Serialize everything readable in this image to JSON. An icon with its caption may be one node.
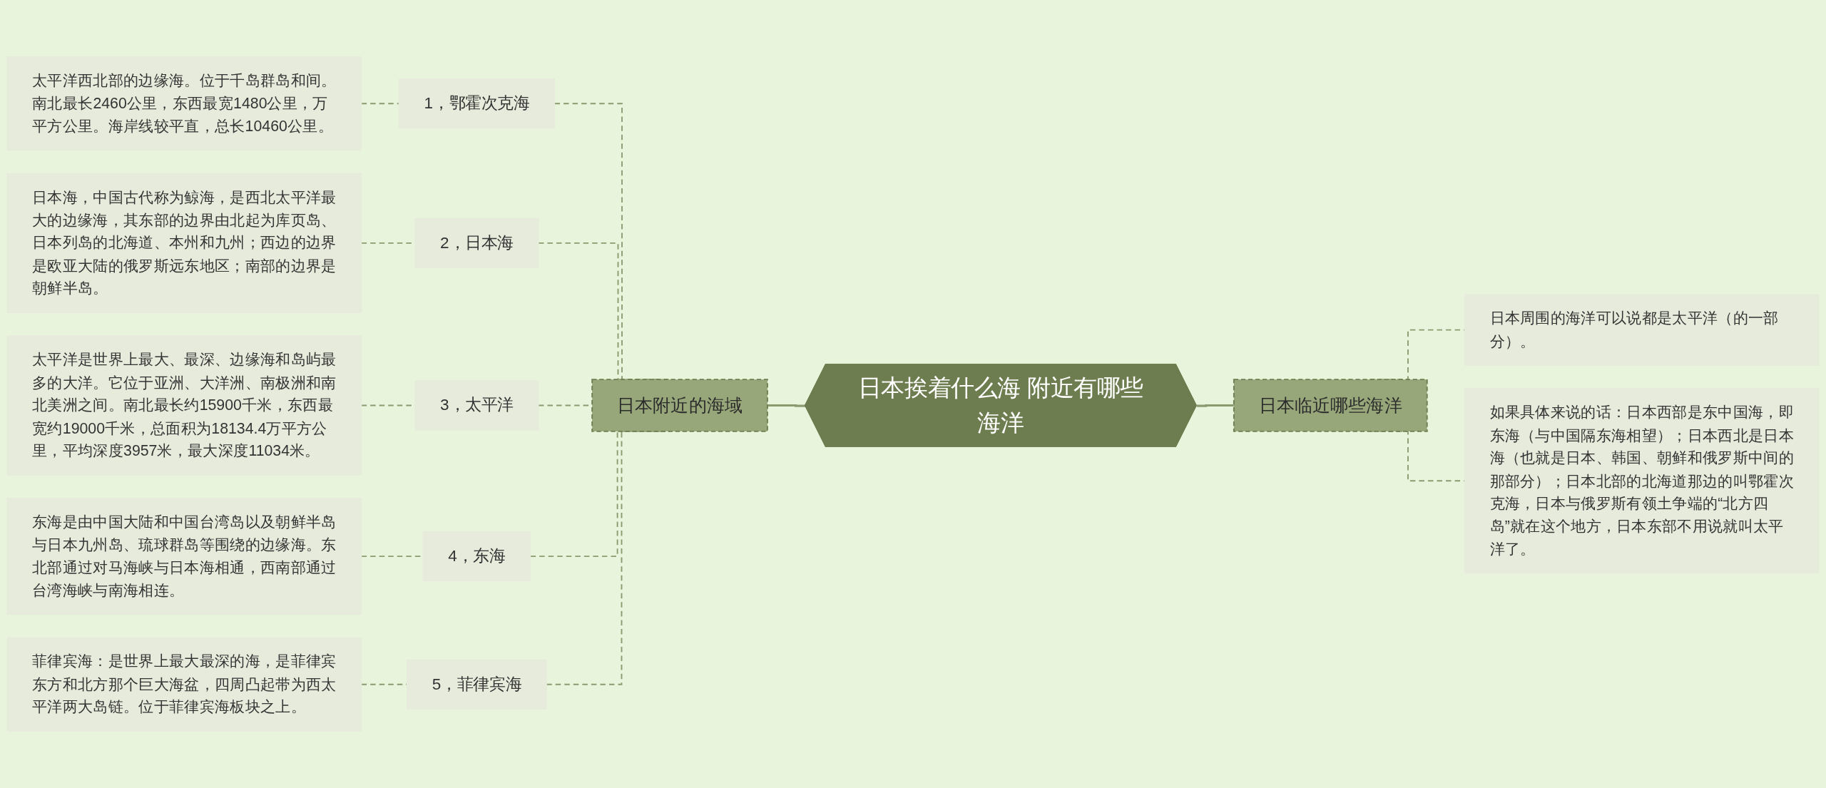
{
  "diagram": {
    "nodes": [
      {
        "text": [
          "日本挨着什么海 附近有哪些海洋"
        ]
      },
      {
        "text": [
          "日本附近的海域"
        ]
      },
      {
        "text": [
          "1，鄂霍次克海"
        ]
      },
      {
        "text": [
          "太平洋西北部的边缘海。位于千岛群岛和间。南北最长2460公里，东西最宽1480公里，万平方公里。海岸线较平直，总长10460公里。"
        ]
      },
      {
        "text": [
          "2，日本海"
        ]
      },
      {
        "text": [
          "日本海，中国古代称为鲸海，是西北太平洋最大的边缘海，其东部的边界由北起为库页岛、日本列岛的北海道、本州和九州；西边的边界是欧亚大陆的俄罗斯远东地区；南部的边界是朝鲜半岛。"
        ]
      },
      {
        "text": [
          "3，太平洋"
        ]
      },
      {
        "text": [
          "太平洋是世界上最大、最深、边缘海和岛屿最多的大洋。它位于亚洲、大洋洲、南极洲和南北美洲之间。南北最长约15900千米，东西最宽约19000千米，总面积为18134.4万平方公里，平均深度3957米，最大深度11034米。"
        ]
      },
      {
        "text": [
          "4，东海"
        ]
      },
      {
        "text": [
          "东海是由中国大陆和中国台湾岛以及朝鲜半岛与日本九州岛、琉球群岛等围绕的边缘海。东北部通过对马海峡与日本海相通，西南部通过台湾海峡与南海相连。"
        ]
      },
      {
        "text": [
          "5，菲律宾海"
        ]
      },
      {
        "text": [
          "菲律宾海：是世界上最大最深的海，是菲律宾东方和北方那个巨大海盆，四周凸起带为西太平洋两大岛链。位于菲律宾海板块之上。"
        ]
      },
      {
        "text": [
          "日本临近哪些海洋"
        ]
      },
      {
        "text": [
          "日本周围的海洋可以说都是太平洋（的一部分）。"
        ]
      },
      {
        "text": [
          "如果具体来说的话：日本西部是东中国海，即东海（与中国隔东海相望）；日本西北是日本海（也就是日本、韩国、朝鲜和俄罗斯中间的那部分）；日本北部的北海道那边的叫鄂霍次克海，日本与俄罗斯有领土争端的“北方四岛”就在这个地方，日本东部不用说就叫太平洋了。"
        ]
      }
    ],
    "edges": [
      {
        "from": 0,
        "to": 1,
        "arrow": "none"
      },
      {
        "from": 1,
        "to": 2,
        "arrow": "none",
        "style": "dashed"
      },
      {
        "from": 2,
        "to": 3,
        "arrow": "none",
        "style": "dashed"
      },
      {
        "from": 1,
        "to": 4,
        "arrow": "none",
        "style": "dashed"
      },
      {
        "from": 4,
        "to": 5,
        "arrow": "none",
        "style": "dashed"
      },
      {
        "from": 1,
        "to": 6,
        "arrow": "none",
        "style": "dashed"
      },
      {
        "from": 6,
        "to": 7,
        "arrow": "none",
        "style": "dashed"
      },
      {
        "from": 1,
        "to": 8,
        "arrow": "none",
        "style": "dashed"
      },
      {
        "from": 8,
        "to": 9,
        "arrow": "none",
        "style": "dashed"
      },
      {
        "from": 1,
        "to": 10,
        "arrow": "none",
        "style": "dashed"
      },
      {
        "from": 10,
        "to": 11,
        "arrow": "none",
        "style": "dashed"
      },
      {
        "from": 0,
        "to": 12,
        "arrow": "none"
      },
      {
        "from": 12,
        "to": 13,
        "arrow": "none",
        "style": "dashed"
      },
      {
        "from": 12,
        "to": 14,
        "arrow": "none",
        "style": "dashed"
      }
    ]
  }
}
